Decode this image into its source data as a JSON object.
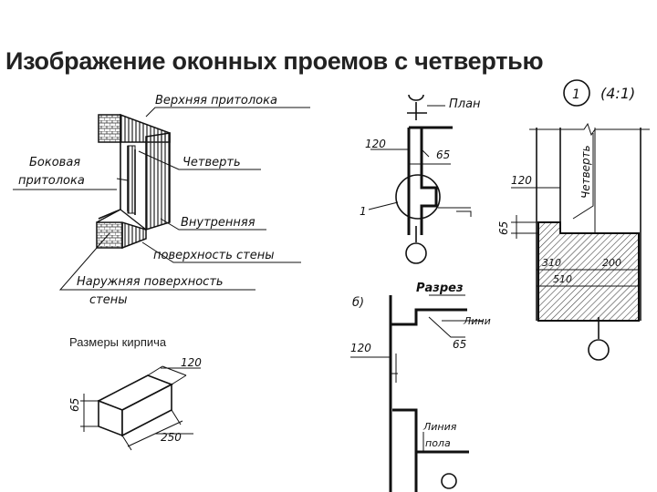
{
  "title": "Изображение оконных проемов с четвертью",
  "labels": {
    "upper_lintel": "Верхняя притолока",
    "side_lintel_1": "Боковая",
    "side_lintel_2": "притолока",
    "quarter": "Четверть",
    "inner_surface_1": "Внутренняя",
    "inner_surface_2": "поверхность  стены",
    "outer_surface_1": "Наружняя  поверхность",
    "outer_surface_2": "стены"
  },
  "brick": {
    "caption": "Размеры кирпича",
    "dim_length": "250",
    "dim_width": "120",
    "dim_height": "65"
  },
  "plan": {
    "title": "План",
    "dim_120": "120",
    "dim_65": "65",
    "callout": "1"
  },
  "section": {
    "letter": "б)",
    "title": "Разрез",
    "line_label": "Лини",
    "dim_120": "120",
    "dim_65": "65",
    "floor_line_1": "Линия",
    "floor_line_2": "пола"
  },
  "detail": {
    "number": "1",
    "scale": "(4:1)",
    "quarter": "Четверть",
    "dim_120": "120",
    "dim_65": "65",
    "dim_310": "310",
    "dim_200": "200",
    "dim_510": "510"
  }
}
